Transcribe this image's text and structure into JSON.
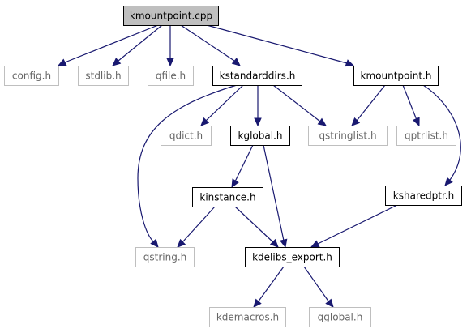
{
  "diagram": {
    "nodes": [
      {
        "id": "kmountpoint_cpp",
        "label": "kmountpoint.cpp",
        "kind": "root"
      },
      {
        "id": "config_h",
        "label": "config.h",
        "kind": "ext"
      },
      {
        "id": "stdlib_h",
        "label": "stdlib.h",
        "kind": "ext"
      },
      {
        "id": "qfile_h",
        "label": "qfile.h",
        "kind": "ext"
      },
      {
        "id": "kstandarddirs_h",
        "label": "kstandarddirs.h",
        "kind": "doc"
      },
      {
        "id": "kmountpoint_h",
        "label": "kmountpoint.h",
        "kind": "doc"
      },
      {
        "id": "qdict_h",
        "label": "qdict.h",
        "kind": "ext"
      },
      {
        "id": "kglobal_h",
        "label": "kglobal.h",
        "kind": "doc"
      },
      {
        "id": "qstringlist_h",
        "label": "qstringlist.h",
        "kind": "ext"
      },
      {
        "id": "qptrlist_h",
        "label": "qptrlist.h",
        "kind": "ext"
      },
      {
        "id": "kinstance_h",
        "label": "kinstance.h",
        "kind": "doc"
      },
      {
        "id": "ksharedptr_h",
        "label": "ksharedptr.h",
        "kind": "doc"
      },
      {
        "id": "qstring_h",
        "label": "qstring.h",
        "kind": "ext"
      },
      {
        "id": "kdelibs_export_h",
        "label": "kdelibs_export.h",
        "kind": "doc"
      },
      {
        "id": "kdemacros_h",
        "label": "kdemacros.h",
        "kind": "ext"
      },
      {
        "id": "qglobal_h",
        "label": "qglobal.h",
        "kind": "ext"
      }
    ],
    "edges": [
      [
        "kmountpoint_cpp",
        "config_h"
      ],
      [
        "kmountpoint_cpp",
        "stdlib_h"
      ],
      [
        "kmountpoint_cpp",
        "qfile_h"
      ],
      [
        "kmountpoint_cpp",
        "kstandarddirs_h"
      ],
      [
        "kmountpoint_cpp",
        "kmountpoint_h"
      ],
      [
        "kstandarddirs_h",
        "qstring_h"
      ],
      [
        "kstandarddirs_h",
        "qdict_h"
      ],
      [
        "kstandarddirs_h",
        "kglobal_h"
      ],
      [
        "kstandarddirs_h",
        "qstringlist_h"
      ],
      [
        "kmountpoint_h",
        "qstringlist_h"
      ],
      [
        "kmountpoint_h",
        "qptrlist_h"
      ],
      [
        "kmountpoint_h",
        "ksharedptr_h"
      ],
      [
        "kglobal_h",
        "kinstance_h"
      ],
      [
        "kglobal_h",
        "kdelibs_export_h"
      ],
      [
        "kinstance_h",
        "qstring_h"
      ],
      [
        "kinstance_h",
        "kdelibs_export_h"
      ],
      [
        "ksharedptr_h",
        "kdelibs_export_h"
      ],
      [
        "kdelibs_export_h",
        "kdemacros_h"
      ],
      [
        "kdelibs_export_h",
        "qglobal_h"
      ]
    ],
    "colors": {
      "edge": "#191970",
      "root_fill": "#bfbfbf",
      "external_border": "#bfbfbf",
      "documented_border": "#000000"
    }
  }
}
